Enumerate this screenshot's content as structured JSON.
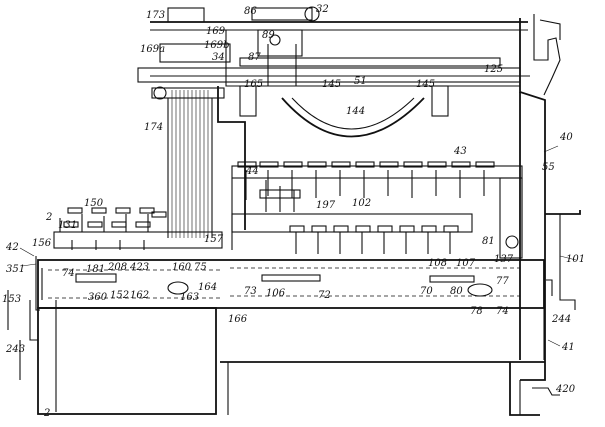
{
  "figure": {
    "labels": [
      "173",
      "86",
      "32",
      "169",
      "169a",
      "169b",
      "89",
      "34",
      "87",
      "165",
      "145",
      "51",
      "145",
      "125",
      "144",
      "174",
      "40",
      "55",
      "43",
      "44",
      "197",
      "102",
      "150",
      "131",
      "156",
      "157",
      "81",
      "108",
      "137",
      "42",
      "351",
      "74",
      "181",
      "208",
      "423",
      "160",
      "75",
      "107",
      "101",
      "153",
      "360",
      "152",
      "162",
      "163",
      "164",
      "73",
      "106",
      "72",
      "70",
      "80",
      "77",
      "78",
      "74",
      "244",
      "243",
      "166",
      "41",
      "420",
      "2",
      "2"
    ]
  }
}
